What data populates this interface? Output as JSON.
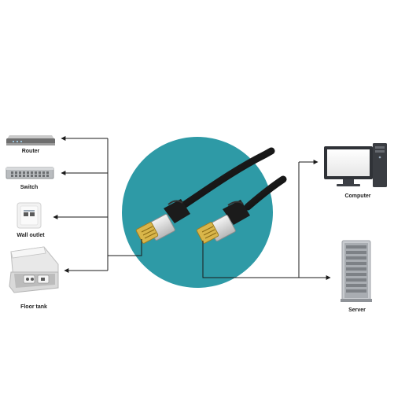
{
  "diagram": {
    "circle_color": "#2e9aa6",
    "cable_color": "#111111",
    "connector_color": "#d9b64a",
    "line_color": "#1a1a1a",
    "left_devices": [
      {
        "label": "Router",
        "icon": "router-icon"
      },
      {
        "label": "Switch",
        "icon": "switch-icon"
      },
      {
        "label": "Wall outlet",
        "icon": "wall-outlet-icon"
      },
      {
        "label": "Floor tank",
        "icon": "floor-tank-icon"
      }
    ],
    "right_devices": [
      {
        "label": "Computer",
        "icon": "computer-icon"
      },
      {
        "label": "Server",
        "icon": "server-icon"
      }
    ]
  }
}
